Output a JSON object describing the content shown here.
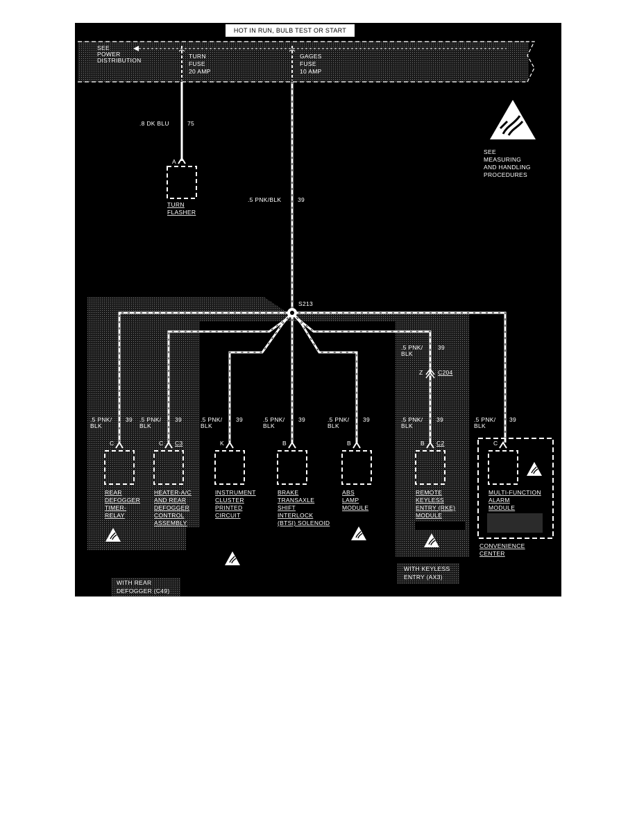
{
  "header_banner": "HOT IN RUN, BULB TEST OR START",
  "power_bus": {
    "see_power_distribution": [
      "SEE",
      "POWER",
      "DISTRIBUTION"
    ],
    "turn_fuse": [
      "TURN",
      "FUSE",
      "20 AMP"
    ],
    "gages_fuse": [
      "GAGES",
      "FUSE",
      "10 AMP"
    ]
  },
  "esd_note": [
    "SEE",
    "MEASURING",
    "AND HANDLING",
    "PROCEDURES"
  ],
  "turn_circuit": {
    "wire": ".8 DK BLU",
    "circuit": "75",
    "pin": "A",
    "component": [
      "TURN",
      "FLASHER"
    ]
  },
  "main_feed": {
    "wire": ".5 PNK/BLK",
    "circuit": "39"
  },
  "splice": "S213",
  "branches": [
    {
      "wire": [
        ".5 PNK/",
        "BLK"
      ],
      "circuit": "39",
      "pin": "C",
      "connector": "",
      "component": [
        "REAR",
        "DEFOGGER",
        "TIMER-",
        "RELAY"
      ]
    },
    {
      "wire": [
        ".5 PNK/",
        "BLK"
      ],
      "circuit": "39",
      "pin": "C",
      "connector": "C3",
      "component": [
        "HEATER-A/C",
        "AND REAR",
        "DEFOGGER",
        "CONTROL",
        "ASSEMBLY"
      ]
    },
    {
      "wire": [
        ".5 PNK/",
        "BLK"
      ],
      "circuit": "39",
      "pin": "K",
      "connector": "",
      "component": [
        "INSTRUMENT",
        "CLUSTER",
        "PRINTED",
        "CIRCUIT"
      ]
    },
    {
      "wire": [
        ".5 PNK/",
        "BLK"
      ],
      "circuit": "39",
      "pin": "B",
      "connector": "",
      "component": [
        "BRAKE",
        "TRANSAXLE",
        "SHIFT",
        "INTERLOCK",
        "(BTSI)  SOLENOID"
      ]
    },
    {
      "wire": [
        ".5 PNK/",
        "BLK"
      ],
      "circuit": "39",
      "pin": "B",
      "connector": "",
      "component": [
        "ABS",
        "LAMP",
        "MODULE"
      ]
    },
    {
      "wire": [
        ".5 PNK/",
        "BLK"
      ],
      "circuit": "39",
      "pin": "B",
      "connector": "C2",
      "component": [
        "REMOTE",
        "KEYLESS",
        "ENTRY (RKE)",
        "MODULE"
      ]
    },
    {
      "wire": [
        ".5 PNK/",
        "BLK"
      ],
      "circuit": "39",
      "pin": "C",
      "connector": "",
      "component": [
        "MULTI-FUNCTION",
        "ALARM",
        "MODULE"
      ]
    }
  ],
  "rke_upper_wire": {
    "wire": [
      ".5 PNK/",
      "BLK"
    ],
    "circuit": "39"
  },
  "inline_connector": {
    "pin": "Z",
    "name": "C204"
  },
  "convenience_center": [
    "CONVENIENCE",
    "CENTER"
  ],
  "option_notes": {
    "rear_defogger": [
      "WITH REAR",
      "DEFOGGER (C49)"
    ],
    "keyless_entry": [
      "WITH KEYLESS",
      "ENTRY (AX3)"
    ]
  },
  "colors": {
    "background": "#000000",
    "shade": "#2b2b2b",
    "wire": "#ffffff",
    "banner": "#ffffff"
  }
}
